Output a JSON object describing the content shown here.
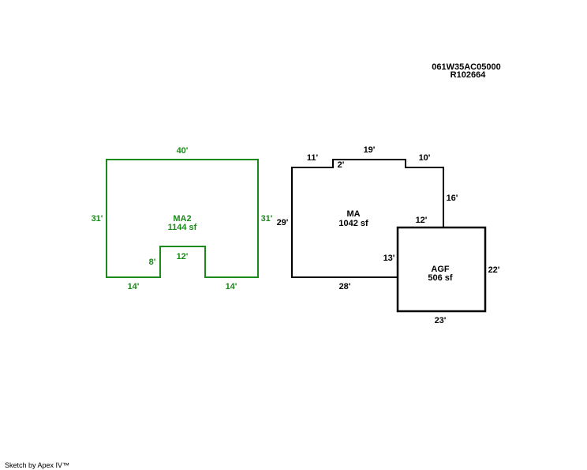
{
  "parcel": {
    "id": "061W35AC05000",
    "ref": "R102664"
  },
  "footer": "Sketch by Apex IV™",
  "colors": {
    "ma2": "#1a8a1a",
    "ma": "#000000",
    "agf": "#000000"
  },
  "areas": {
    "ma2": {
      "name": "MA2",
      "area": "1144 sf",
      "dims": {
        "top": "40'",
        "left": "31'",
        "right": "31'",
        "bottom_left": "14'",
        "bottom_right": "14'",
        "notch_top": "12'",
        "notch_side": "8'"
      }
    },
    "ma": {
      "name": "MA",
      "area": "1042 sf",
      "dims": {
        "top_left": "11'",
        "step": "2'",
        "top_mid": "19'",
        "top_right": "10'",
        "right_upper": "16'",
        "left": "29'",
        "bottom": "28'",
        "inner_top": "12'",
        "inner_side": "13'"
      }
    },
    "agf": {
      "name": "AGF",
      "area": "506 sf",
      "dims": {
        "right": "22'",
        "bottom": "23'"
      }
    }
  }
}
